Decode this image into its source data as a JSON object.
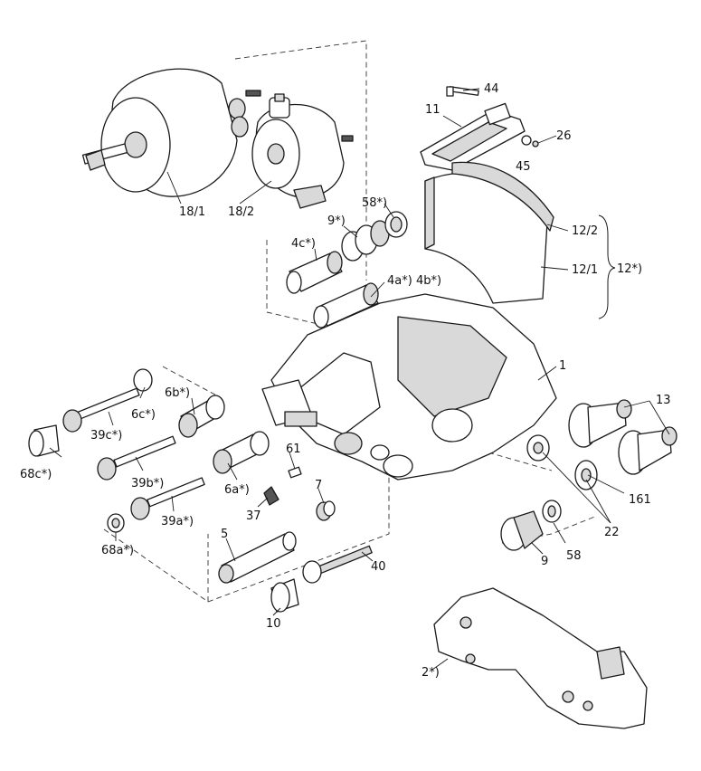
{
  "colors": {
    "line": "#1a1a1a",
    "shade": "#d9d9d9",
    "background": "#ffffff"
  },
  "callouts": {
    "c44": "44",
    "c11": "11",
    "c26": "26",
    "c45": "45",
    "c18_1": "18/1",
    "c18_2": "18/2",
    "c58a": "58*)",
    "c9a": "9*)",
    "c4c": "4c*)",
    "c4ab": "4a*) 4b*)",
    "c12_2": "12/2",
    "c12_1": "12/1",
    "c12": "12*)",
    "c1": "1",
    "c13": "13",
    "c161": "161",
    "c22": "22",
    "c6c": "6c*)",
    "c6b": "6b*)",
    "c39c": "39c*)",
    "c68c": "68c*)",
    "c39b": "39b*)",
    "c6a": "6a*)",
    "c61": "61",
    "c39a": "39a*)",
    "c68a": "68a*)",
    "c37": "37",
    "c7": "7",
    "c5": "5",
    "c40": "40",
    "c10": "10",
    "c9b": "9",
    "c58b": "58",
    "c2": "2*)"
  }
}
